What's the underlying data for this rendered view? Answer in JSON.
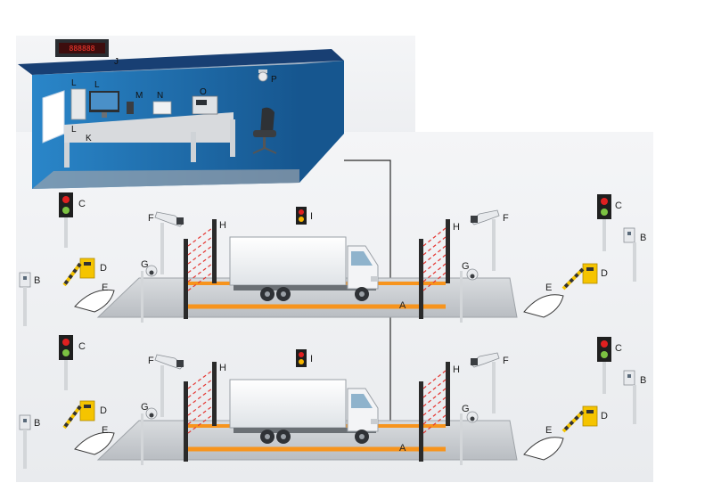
{
  "display_board": {
    "text": "888888"
  },
  "labels": {
    "A": "A",
    "B": "B",
    "C": "C",
    "D": "D",
    "E": "E",
    "F": "F",
    "G": "G",
    "H": "H",
    "I": "I",
    "J": "J",
    "K": "K",
    "L": "L",
    "M": "M",
    "N": "N",
    "O": "O",
    "P": "P"
  },
  "colors": {
    "room_wall": "#1e6fb3",
    "room_roof": "#1d4f8c",
    "platform": "#c9cdd2",
    "rail": "#f7941d",
    "signal_red": "#e02020",
    "signal_green": "#7cc242",
    "barrier_box": "#f5c400",
    "light_curtain_beam": "#e53935"
  }
}
